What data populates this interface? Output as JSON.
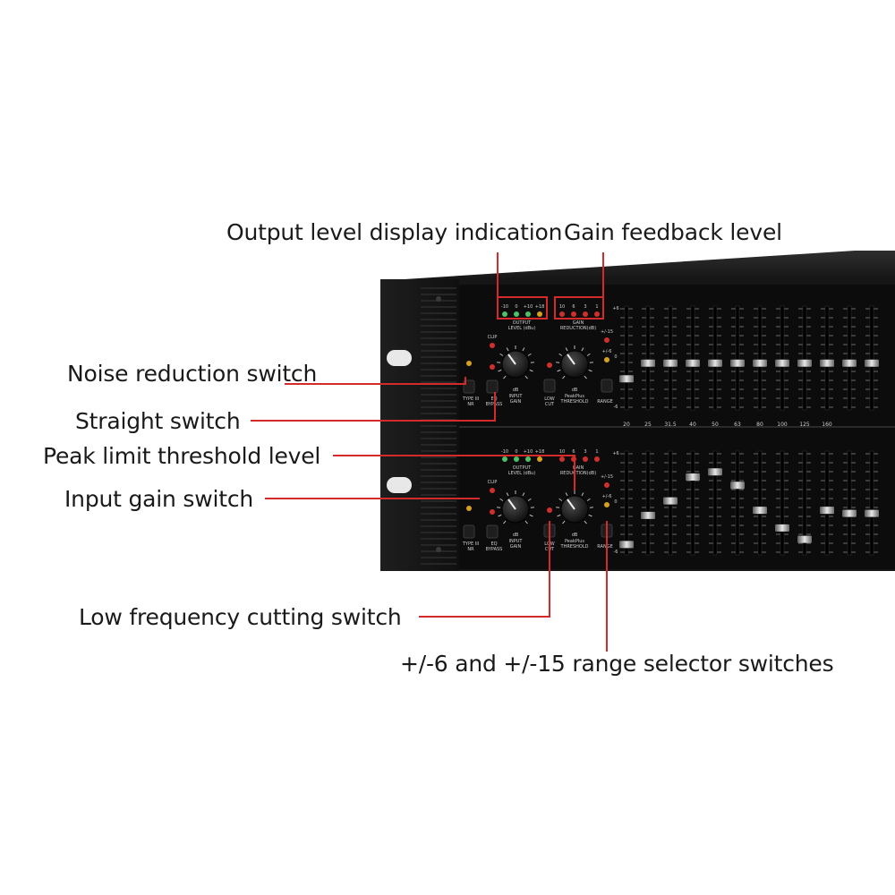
{
  "callouts": {
    "output_level": "Output level display indication",
    "gain_feedback": "Gain feedback level",
    "noise_reduction": "Noise reduction switch",
    "straight": "Straight switch",
    "peak_limit": "Peak limit threshold level",
    "input_gain": "Input gain switch",
    "low_cut": "Low frequency cutting switch",
    "range_selector": "+/-6 and +/-15 range selector switches"
  },
  "panel": {
    "meter_out": [
      "-10",
      "0",
      "+10",
      "+18"
    ],
    "meter_gr": [
      "10",
      "6",
      "3",
      "1"
    ],
    "output_title": "OUTPUT",
    "output_unit": "LEVEL (dBu)",
    "gain_title": "GAIN",
    "gain_unit": "REDUCTION(dB)",
    "clip": "CLIP",
    "type_nr": "TYPE III",
    "nr": "NR",
    "eq": "EQ",
    "bypass": "BYPASS",
    "input": "INPUT",
    "gain": "GAIN",
    "low": "LOW",
    "cut": "CUT",
    "peakplus": "PeakPlus",
    "threshold": "THRESHOLD",
    "range": "RANGE",
    "range_pm15": "+/-15",
    "range_pm6": "+/-6",
    "scale_top": "+6",
    "scale_mid": "0",
    "scale_bot": "-6",
    "db": "dB",
    "freqs": [
      "20",
      "25",
      "31.5",
      "40",
      "50",
      "63",
      "80",
      "100",
      "125",
      "160"
    ]
  },
  "colors": {
    "callout_line": "#d42a2a",
    "chassis": "#151515",
    "panel": "#0b0b0b",
    "led_green": "#4cc36a",
    "led_red": "#d0302d",
    "led_yellow": "#d6a21c"
  }
}
